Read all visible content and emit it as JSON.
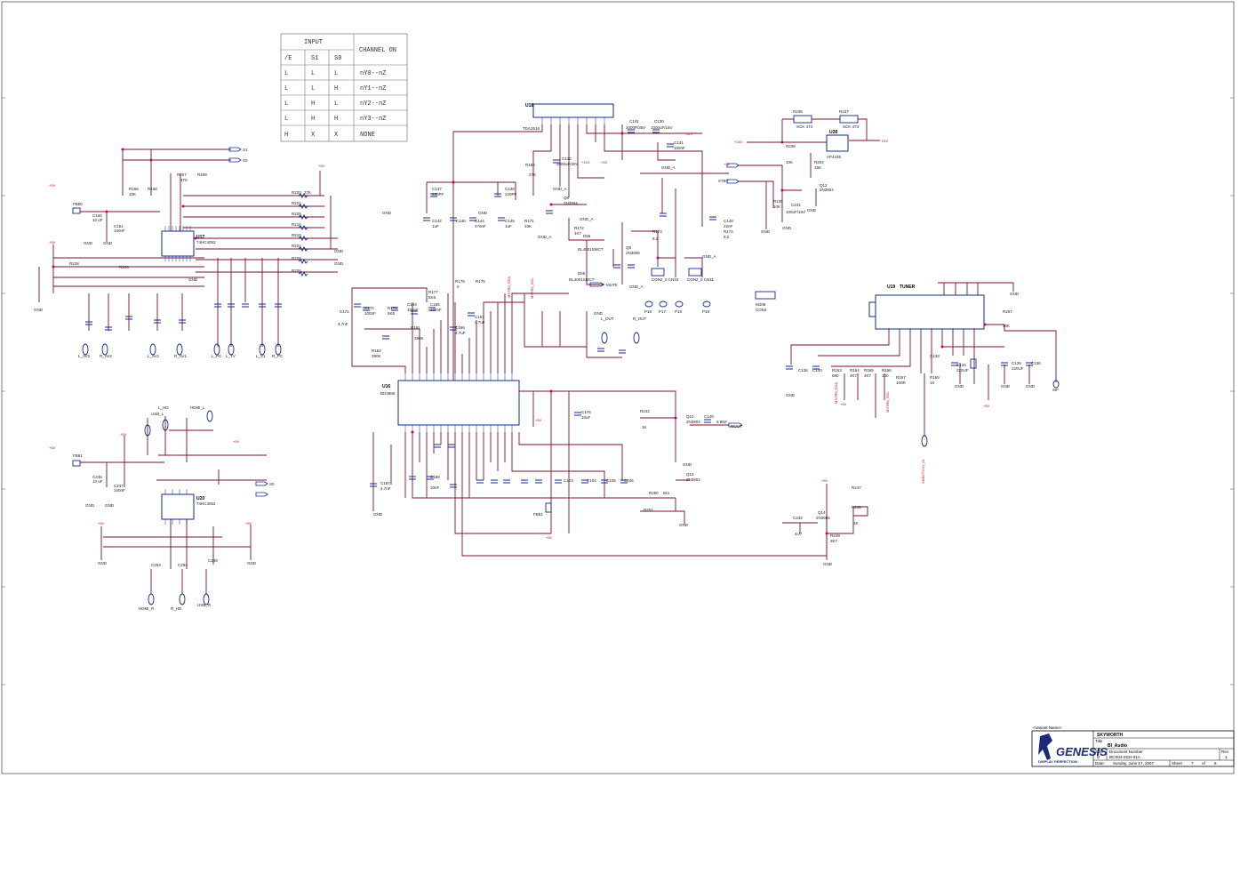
{
  "truth_table": {
    "header_input": "INPUT",
    "header_channel": "CHANNEL ON",
    "cols": [
      "/E",
      "S1",
      "S0"
    ],
    "rows": [
      [
        "L",
        "L",
        "L",
        "nY0--nZ"
      ],
      [
        "L",
        "L",
        "H",
        "nY1--nZ"
      ],
      [
        "L",
        "H",
        "L",
        "nY2--nZ"
      ],
      [
        "L",
        "H",
        "H",
        "nY3--nZ"
      ],
      [
        "H",
        "X",
        "X",
        "NONE"
      ]
    ]
  },
  "ics": {
    "u17": {
      "ref": "U17",
      "part": "74HC4052"
    },
    "u20": {
      "ref": "U20",
      "part": "74HC4052"
    },
    "u18": {
      "ref": "U18",
      "part": "TDA2616"
    },
    "u16": {
      "ref": "U16",
      "part": "BD3886"
    },
    "u19": {
      "ref": "U19",
      "part": "TUNER"
    },
    "u28": {
      "ref": "U28",
      "part": "AP4435"
    }
  },
  "components": {
    "r220": "R220",
    "r221": "R221",
    "r225": "R225",
    "r216": "R216",
    "r210": "R210",
    "r222": "R222",
    "r228": "R228",
    "r226": "R226",
    "v27k": "27K",
    "r166": "R166",
    "r168": "R168",
    "v10k": "10K",
    "r207": "R207",
    "r209": "R209",
    "v470": "470",
    "fb50": "FB50",
    "fb61": "FB61",
    "c150": "C150",
    "c150v": "10 uF",
    "c151": "C151",
    "c151v": "100nF",
    "c247": "C247",
    "c247v": "100nF",
    "c246": "C246",
    "c141": "C141",
    "c141v": "1000P/35V",
    "c130": "C130",
    "c130v": "1000uF/16V",
    "c131": "C131",
    "c131v": "100nF",
    "c132": "C132",
    "c132v": "1000uF/25V",
    "c137": "C137",
    "c137v": "220PF",
    "c138": "C138",
    "c138v": "220PF",
    "c142": "C142",
    "c144": "C144",
    "c145": "C145",
    "v470nf": "470nF",
    "v1uf": "1uF",
    "r188": "R188",
    "r188v": "27K",
    "r171": "R171",
    "r171v": "33K",
    "r235": "R235",
    "r237": "R237",
    "v6k473": "SCK 473",
    "r239": "R239",
    "r239v": "10K",
    "r204": "R204",
    "r204v": "15K",
    "q12": "Q12",
    "q12v": "2N3904",
    "c231": "C231",
    "c231v": "100uF/16V",
    "q8": "Q8",
    "q8v": "2N3904",
    "q9": "Q9",
    "q9v": "2N3906",
    "r172": "R172",
    "r172v": "4K7",
    "d55": "D55",
    "d55v": "DL4001SMCT",
    "d56": "D56",
    "d56v": "DL4001SMCT",
    "r173": "R173",
    "r174": "R174",
    "v82": "8.2",
    "c149": "C149",
    "c149v": "22nF",
    "r175": "R175",
    "r176": "R176",
    "v0": "0",
    "cn10": "CON2_0 CN10",
    "cn11": "CON2_0 CN11",
    "p16": "P16",
    "p17": "P17",
    "p18": "P18",
    "p19": "P19",
    "m206": "M206",
    "cn06": "CON4",
    "c172": "C172",
    "c172v": "100nF",
    "c171": "C171",
    "c171v": "4.7nF",
    "r176b": "R176",
    "r176bv": "5K6",
    "r177": "R177",
    "r177v": "5K6",
    "c184": "C184",
    "c185": "C185",
    "v100nf": "100nF",
    "r161": "R161",
    "r161v": "390K",
    "r162": "R162",
    "r162v": "390K",
    "c166": "C166",
    "c166v": "4.7uF",
    "c167": "C167",
    "c167v": "4.7uF",
    "c176": "C176",
    "c176v": "10uF",
    "r242": "R242",
    "r242v": "1K",
    "q10": "Q10",
    "q10v": "2N3904",
    "q13": "Q13",
    "q13v": "2N3904",
    "c140": "C140",
    "c140v": "6.8NF",
    "r247": "R247",
    "q14": "Q14",
    "q14v": "2N3904",
    "c232": "C232",
    "c232v": "4U7",
    "r248": "R248",
    "r248v": "1K",
    "r249": "R249",
    "r249v": "3K7",
    "c103": "C103",
    "c104": "C104",
    "c105": "C105",
    "c106": "C106",
    "c187": "C187",
    "c187v": "4.7nF",
    "c188": "C188",
    "c188v": "10nF",
    "fb51": "FB51",
    "r250": "R250",
    "r250v": "5k1",
    "r251": "R251",
    "c133": "C133",
    "c134": "C134",
    "c135": "C135",
    "c136": "C136",
    "v220uf": "220UF",
    "r163": "R163",
    "r163v": "680",
    "r164": "R164",
    "r164v": "4K7",
    "r165": "R165",
    "r165v": "4K7",
    "r166b": "R166",
    "r166bv": "100",
    "r167": "R167",
    "r167v": "100R",
    "r169": "R169",
    "r169v": "1K",
    "r267": "R267",
    "r267v": "10K",
    "c253": "C253",
    "c253v": "1UF",
    "c254": "C254",
    "c254v": "1UF",
    "c249": "C249",
    "c249v": "1UF"
  },
  "nets": {
    "v5": "+5V",
    "v12": "+12V",
    "v24": "24V",
    "v24b": "+24V",
    "v3": "+3V",
    "gnd": "GND",
    "gnd_a": "GND_A",
    "stby": "STBY",
    "mute": "MUTE",
    "rout": "ROUT",
    "s1": "S1",
    "s0": "S0",
    "sif": "SIF",
    "r_out": "R_OUT",
    "l_out": "L_OUT",
    "b_in": "B_IN",
    "l_hd": "L_HD",
    "hdmi_l": "HDMI_L",
    "usb_l": "USB_L",
    "hdmi_r": "HDMI_R",
    "r_hd": "R_HD",
    "usb_r": "USB_R",
    "mstr_sda": "MSTR0_SDA",
    "mstr_scl": "MSTR0_SCL",
    "sheets": "SHEETS IN_IN",
    "lav2": "L_AV2",
    "rav2": "R_AV2",
    "lav1": "L_AV1",
    "rav1": "R_AV1",
    "lpc": "L_PC",
    "lv1": "L_V1",
    "ltv": "L_TV",
    "rpc": "R_PC"
  },
  "title_block": {
    "variant_label": "<Variant Name>",
    "company": "SKYWORTH",
    "title_label": "Title",
    "title": "BI_Audio",
    "size_label": "Size",
    "size": "D",
    "docnum_label": "Document Number",
    "docnum": "BCS04-SCH-01A",
    "rev_label": "Rev",
    "rev": "1",
    "date_label": "Date:",
    "date": "Sunday, June 17, 2007",
    "sheet_label": "Sheet",
    "sheet_num": "7",
    "of_label": "of",
    "sheet_total": "8",
    "logo_text": "GENESIS",
    "logo_sub": "DISPLAY PERFECTION"
  }
}
